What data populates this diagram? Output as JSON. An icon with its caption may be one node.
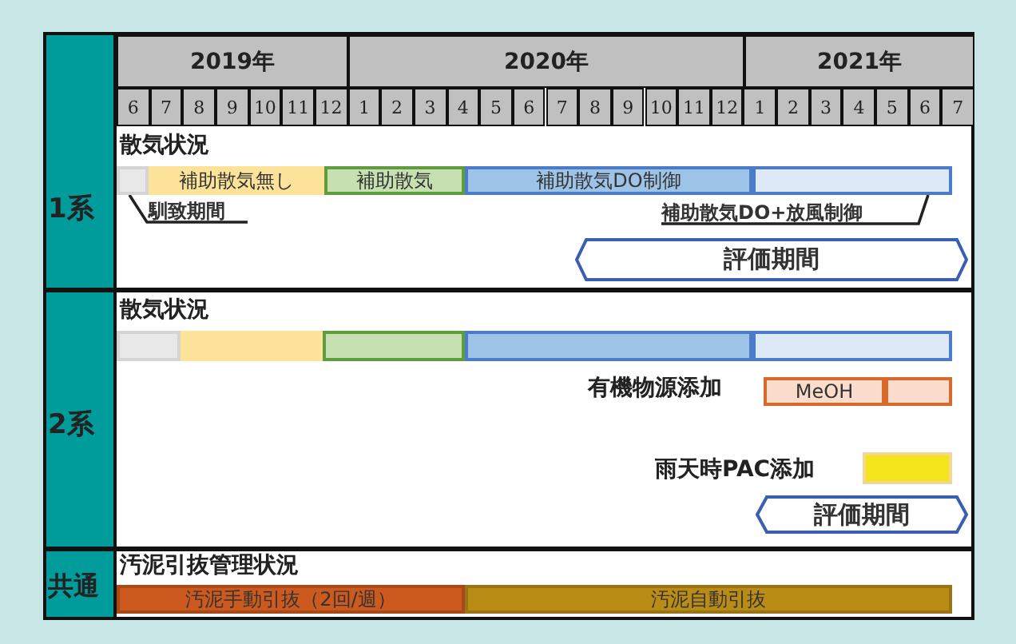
{
  "diagram": {
    "nodes": [
      {
        "text": [],
        "shape": "bar"
      },
      {
        "text": [
          "補助散気無し"
        ]
      },
      {
        "text": [
          "補助散気"
        ]
      },
      {
        "text": [
          "補助散気DO制御"
        ]
      },
      {
        "text": [],
        "shape": "bar"
      },
      {
        "text": [
          "馴致期間"
        ]
      },
      {
        "text": [
          "補助散気DO+放風制御"
        ]
      },
      {
        "text": [
          "評価期間"
        ]
      },
      {
        "text": [],
        "shape": "bar"
      },
      {
        "text": [],
        "shape": "bar"
      },
      {
        "text": [],
        "shape": "bar"
      },
      {
        "text": [],
        "shape": "bar"
      },
      {
        "text": [],
        "shape": "bar"
      },
      {
        "text": [
          "MeOH"
        ]
      },
      {
        "text": [],
        "shape": "bar"
      },
      {
        "text": [],
        "shape": "bar"
      },
      {
        "text": [
          "評価期間"
        ]
      },
      {
        "text": [
          "汚泥手動引抜（2回/週）"
        ]
      },
      {
        "text": [
          "汚泥自動引抜"
        ]
      }
    ],
    "edges": [
      {
        "from": 5,
        "to": 0,
        "arrow": "none"
      },
      {
        "from": 6,
        "to": 4,
        "arrow": "none"
      }
    ],
    "labels": [
      "2019年",
      "2020年",
      "2021年",
      "6",
      "7",
      "8",
      "9",
      "10",
      "11",
      "12",
      "1",
      "2",
      "3",
      "4",
      "5",
      "6",
      "7",
      "8",
      "9",
      "10",
      "11",
      "12",
      "1",
      "2",
      "3",
      "4",
      "5",
      "6",
      "7",
      "散気状況",
      "1系",
      "散気状況",
      "2系",
      "有機物源添加",
      "雨天時PAC添加",
      "汚泥引抜管理状況",
      "共通"
    ]
  }
}
